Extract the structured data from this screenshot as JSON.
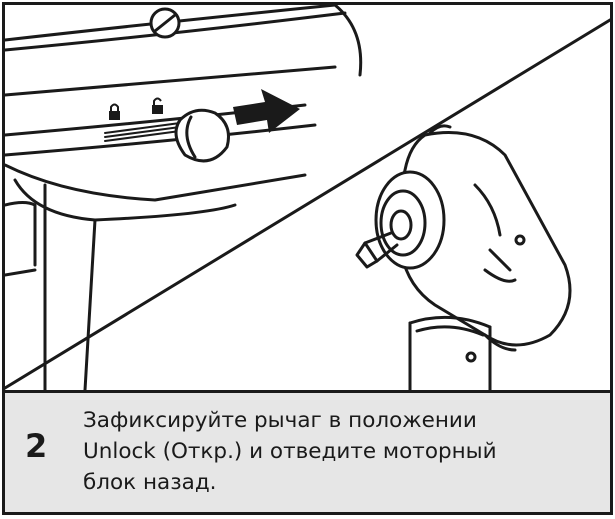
{
  "step": {
    "number": "2",
    "lines": [
      "Зафиксируйте рычаг в положении",
      "Unlock (Откр.) и отведите моторный",
      "блок назад."
    ]
  },
  "icons": {
    "lock": "lock-closed-icon",
    "unlock": "lock-open-icon",
    "arrow": "arrow-right-icon"
  },
  "colors": {
    "ink": "#1a1a1a",
    "caption_bg": "#e6e6e6",
    "background": "#ffffff"
  }
}
